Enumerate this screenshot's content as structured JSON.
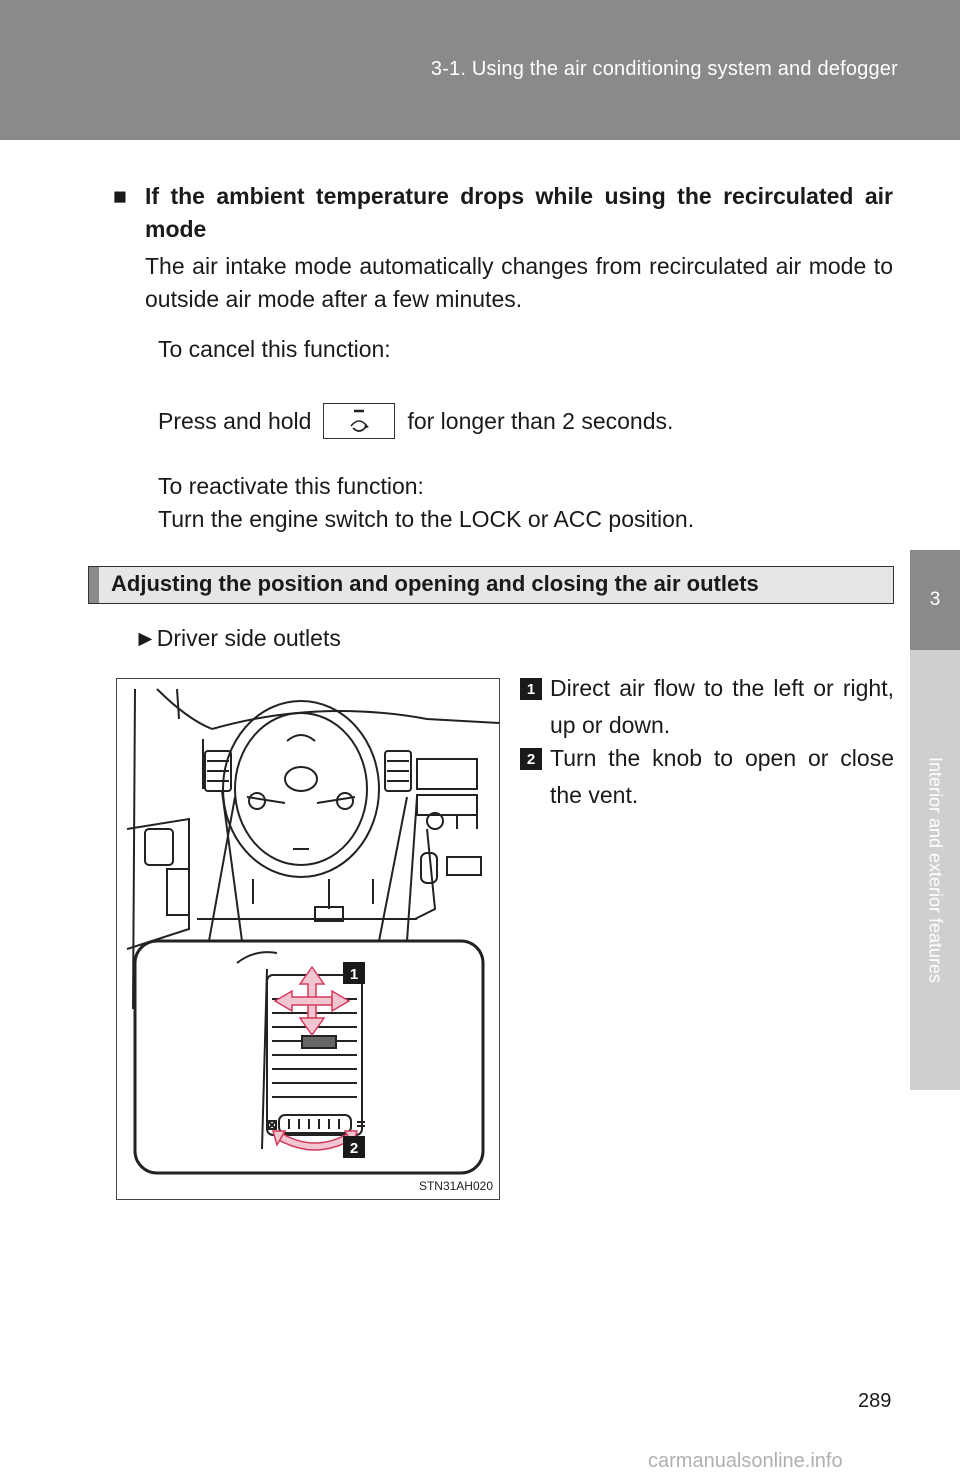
{
  "header": {
    "title": "3-1. Using the air conditioning system and defogger"
  },
  "sidetab": {
    "chapter": "3",
    "label": "Interior and exterior features"
  },
  "bullet": {
    "symbol": "■",
    "heading": "If the ambient temperature drops while using the recirculated air mode",
    "body": "The air intake mode automatically changes from recirculated air mode to outside air mode after a few minutes."
  },
  "cancel": {
    "title": "To cancel this function:",
    "press_prefix": "Press and hold",
    "press_suffix": "for longer than 2 seconds.",
    "button_icon": "recirculated-air-icon"
  },
  "reactivate": {
    "title": "To reactivate this function:",
    "instruction": "Turn the engine switch to the LOCK or ACC position."
  },
  "section": {
    "title": "Adjusting the position and opening and closing the air outlets"
  },
  "sub_item": {
    "marker": "►",
    "label": "Driver side outlets"
  },
  "figure": {
    "code": "STN31AH020",
    "label_1": "1",
    "label_2": "2"
  },
  "steps": [
    {
      "number": "1",
      "text": "Direct air flow to the left or right, up or down."
    },
    {
      "number": "2",
      "text": "Turn the knob to open or close the vent."
    }
  ],
  "page_number": "289",
  "watermark": "carmanualsonline.info",
  "colors": {
    "header": "#8a8a8a",
    "accent": "#e2506b",
    "bar": "#e6e6e6"
  }
}
